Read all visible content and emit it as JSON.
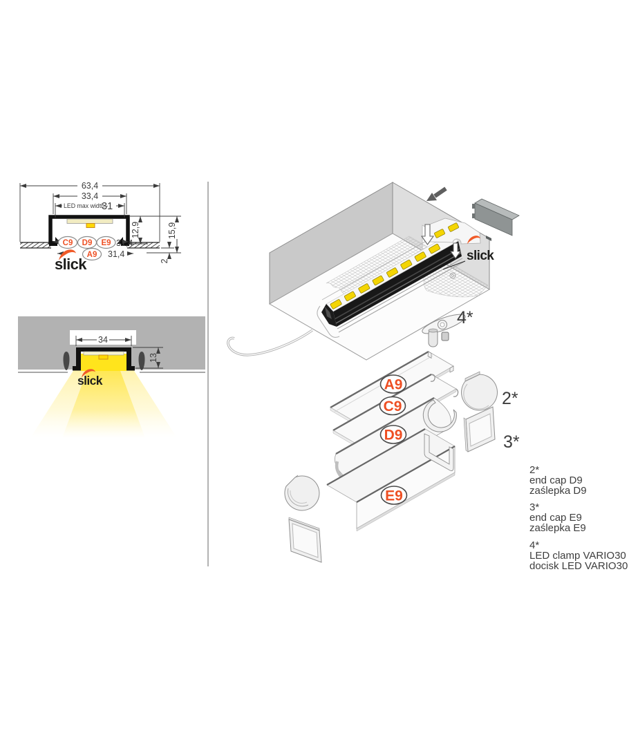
{
  "brand": {
    "name": "slick"
  },
  "colors": {
    "accent_orange": "#ee5125",
    "led_yellow": "#ffd903"
  },
  "cross_section": {
    "dim_total_width": "63,4",
    "dim_inner_width": "33,4",
    "dim_led_max_width_label": "LED max width -",
    "dim_led_max_width_value": "31",
    "dim_depth_inner": "12,9",
    "dim_depth_total": "15,9",
    "dim_flange_row1": "31,4",
    "dim_flange_row2": "31,4",
    "dim_lip": "2",
    "badges": [
      "C9",
      "D9",
      "E9",
      "A9"
    ]
  },
  "installed_view": {
    "dim_width": "34",
    "dim_depth": "13"
  },
  "exploded_view": {
    "part_labels": [
      "A9",
      "C9",
      "D9",
      "E9"
    ],
    "callout_2": "2*",
    "callout_3": "3*",
    "callout_4": "4*"
  },
  "legend": [
    {
      "ref": "2*",
      "en": "end cap D9",
      "pl": "zaślepka D9"
    },
    {
      "ref": "3*",
      "en": "end cap E9",
      "pl": "zaślepka E9"
    },
    {
      "ref": "4*",
      "en": "LED clamp VARIO30",
      "pl": "docisk LED VARIO30"
    }
  ]
}
